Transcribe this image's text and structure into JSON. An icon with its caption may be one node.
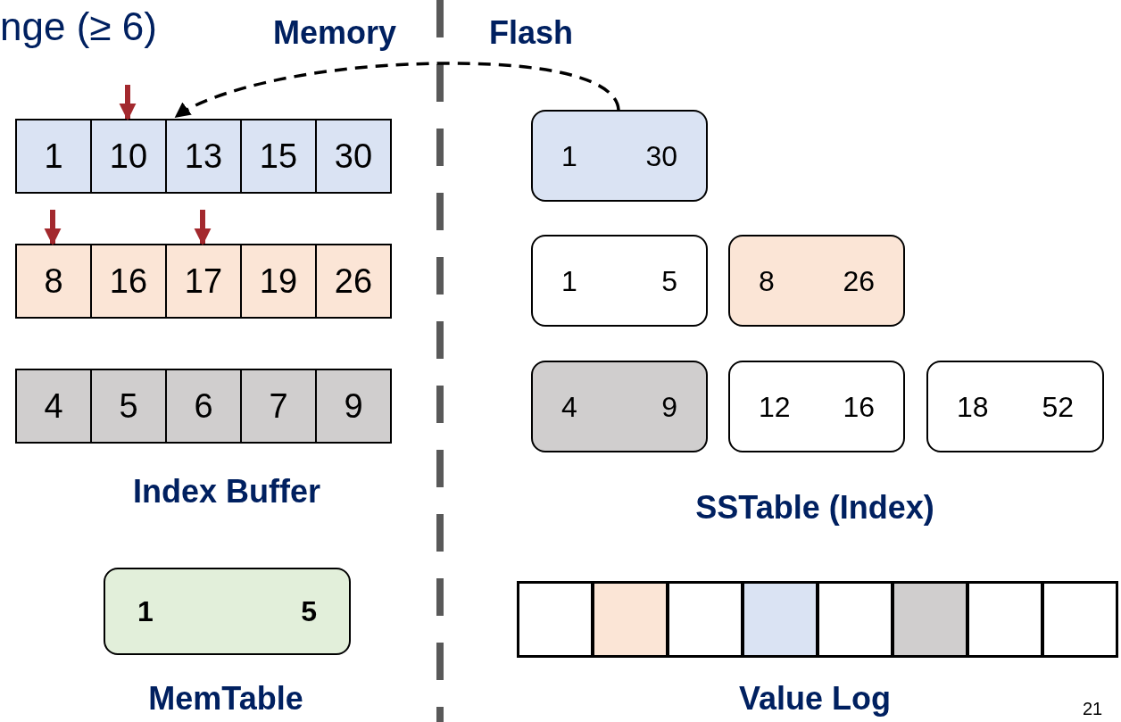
{
  "diagram": {
    "nodes": [
      {
        "text": [
          "1"
        ]
      },
      {
        "text": [
          "10"
        ]
      },
      {
        "text": [
          "13"
        ]
      },
      {
        "text": [
          "15"
        ]
      },
      {
        "text": [
          "30"
        ]
      },
      {
        "text": [
          "8"
        ]
      },
      {
        "text": [
          "16"
        ]
      },
      {
        "text": [
          "17"
        ]
      },
      {
        "text": [
          "19"
        ]
      },
      {
        "text": [
          "26"
        ]
      },
      {
        "text": [
          "4"
        ]
      },
      {
        "text": [
          "5"
        ]
      },
      {
        "text": [
          "6"
        ]
      },
      {
        "text": [
          "7"
        ]
      },
      {
        "text": [
          "9"
        ]
      },
      {
        "text": [
          "1",
          "30"
        ]
      },
      {
        "text": [
          "1",
          "5"
        ]
      },
      {
        "text": [
          "8",
          "26"
        ]
      },
      {
        "text": [
          "4",
          "9"
        ]
      },
      {
        "text": [
          "12",
          "16"
        ]
      },
      {
        "text": [
          "18",
          "52"
        ]
      },
      {
        "text": [
          "1",
          "5"
        ]
      },
      {
        "text": [],
        "shape": "box"
      },
      {
        "text": [],
        "shape": "box"
      },
      {
        "text": [],
        "shape": "box"
      },
      {
        "text": [],
        "shape": "box"
      },
      {
        "text": [],
        "shape": "box"
      },
      {
        "text": [],
        "shape": "box"
      },
      {
        "text": [],
        "shape": "box"
      },
      {
        "text": [],
        "shape": "box"
      }
    ],
    "edges": [
      {
        "from": null,
        "to": 1,
        "arrow": "to"
      },
      {
        "from": null,
        "to": 5,
        "arrow": "to"
      },
      {
        "from": null,
        "to": 7,
        "arrow": "to"
      },
      {
        "from": 15,
        "to": 2,
        "arrow": "to",
        "style": "dashed",
        "color": "#000000"
      }
    ],
    "labels": [
      "nge (≥ 6)",
      "Memory",
      "Flash",
      "Index Buffer",
      "SSTable (Index)",
      "MemTable",
      "Value Log",
      "21"
    ]
  }
}
